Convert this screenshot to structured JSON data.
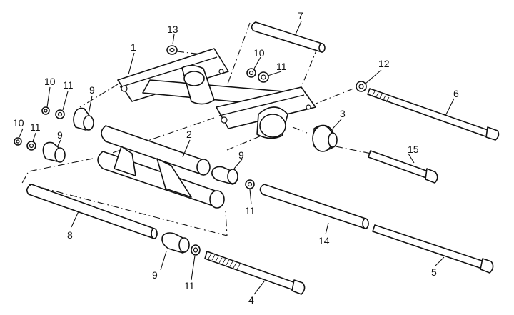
{
  "diagram": {
    "callouts": {
      "c1": "1",
      "c2": "2",
      "c3": "3",
      "c4": "4",
      "c5": "5",
      "c6": "6",
      "c7": "7",
      "c8": "8",
      "c9a": "9",
      "c9b": "9",
      "c9c": "9",
      "c9d": "9",
      "c10a": "10",
      "c10b": "10",
      "c10c": "10",
      "c11a": "11",
      "c11b": "11",
      "c11c": "11",
      "c11d": "11",
      "c11e": "11",
      "c12": "12",
      "c13": "13",
      "c14": "14",
      "c15": "15"
    }
  }
}
